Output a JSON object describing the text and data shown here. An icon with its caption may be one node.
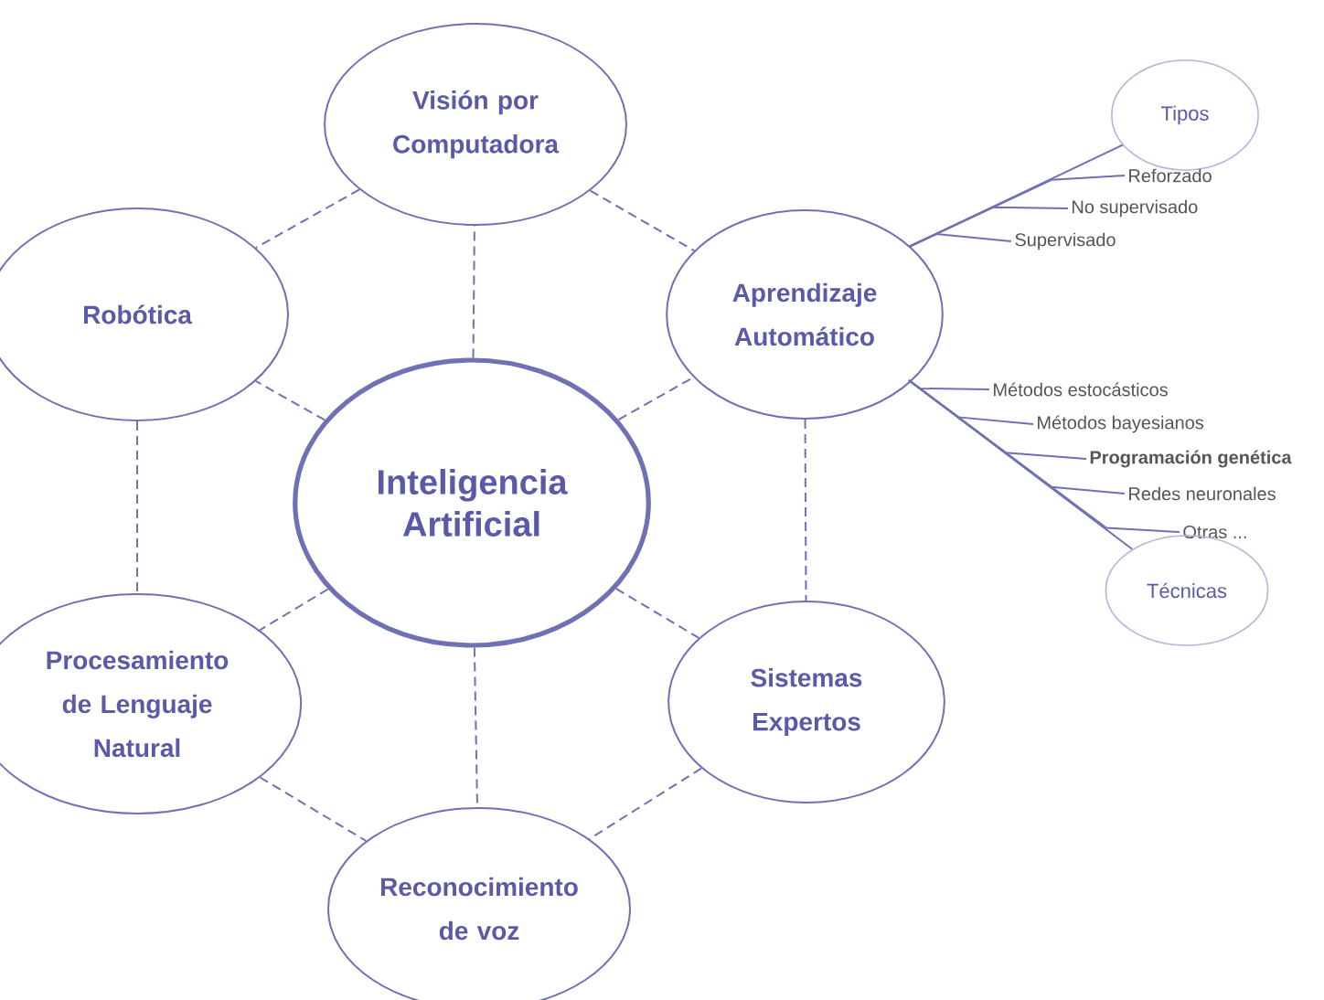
{
  "diagram": {
    "nodes": [
      {
        "text": [
          "Inteligencia Artificial"
        ]
      },
      {
        "text": [
          "Visión por Computadora"
        ]
      },
      {
        "text": [
          "Robótica"
        ]
      },
      {
        "text": [
          "Aprendizaje Automático"
        ]
      },
      {
        "text": [
          "Procesamiento de Lenguaje Natural"
        ]
      },
      {
        "text": [
          "Sistemas Expertos"
        ]
      },
      {
        "text": [
          "Reconocimiento de voz"
        ]
      },
      {
        "text": [
          "Tipos"
        ]
      },
      {
        "text": [
          "Reforzado"
        ]
      },
      {
        "text": [
          "No supervisado"
        ]
      },
      {
        "text": [
          "Supervisado"
        ]
      },
      {
        "text": [
          "Métodos estocásticos"
        ]
      },
      {
        "text": [
          "Métodos bayesianos"
        ]
      },
      {
        "text": [
          "Programación genética"
        ]
      },
      {
        "text": [
          "Redes neuronales"
        ]
      },
      {
        "text": [
          "Otras ..."
        ]
      },
      {
        "text": [
          "Técnicas"
        ]
      }
    ],
    "edges": [
      {
        "from": 0,
        "to": 1,
        "arrow": "none",
        "style": "dashed"
      },
      {
        "from": 0,
        "to": 2,
        "arrow": "none",
        "style": "dashed"
      },
      {
        "from": 0,
        "to": 3,
        "arrow": "none",
        "style": "dashed"
      },
      {
        "from": 0,
        "to": 4,
        "arrow": "none",
        "style": "dashed"
      },
      {
        "from": 0,
        "to": 5,
        "arrow": "none",
        "style": "dashed"
      },
      {
        "from": 0,
        "to": 6,
        "arrow": "none",
        "style": "dashed"
      },
      {
        "from": 1,
        "to": 2,
        "arrow": "none",
        "style": "dashed"
      },
      {
        "from": 1,
        "to": 3,
        "arrow": "none",
        "style": "dashed"
      },
      {
        "from": 2,
        "to": 4,
        "arrow": "none",
        "style": "dashed"
      },
      {
        "from": 3,
        "to": 5,
        "arrow": "none",
        "style": "dashed"
      },
      {
        "from": 4,
        "to": 6,
        "arrow": "none",
        "style": "dashed"
      },
      {
        "from": 5,
        "to": 6,
        "arrow": "none",
        "style": "dashed"
      },
      {
        "from": 3,
        "to": 7,
        "arrow": "none"
      },
      {
        "from": 3,
        "to": 8,
        "arrow": "none"
      },
      {
        "from": 3,
        "to": 9,
        "arrow": "none"
      },
      {
        "from": 3,
        "to": 10,
        "arrow": "none"
      },
      {
        "from": 3,
        "to": 16,
        "arrow": "none"
      },
      {
        "from": 3,
        "to": 11,
        "arrow": "none"
      },
      {
        "from": 3,
        "to": 12,
        "arrow": "none"
      },
      {
        "from": 3,
        "to": 13,
        "arrow": "none"
      },
      {
        "from": 3,
        "to": 14,
        "arrow": "none"
      },
      {
        "from": 3,
        "to": 15,
        "arrow": "none"
      }
    ]
  }
}
